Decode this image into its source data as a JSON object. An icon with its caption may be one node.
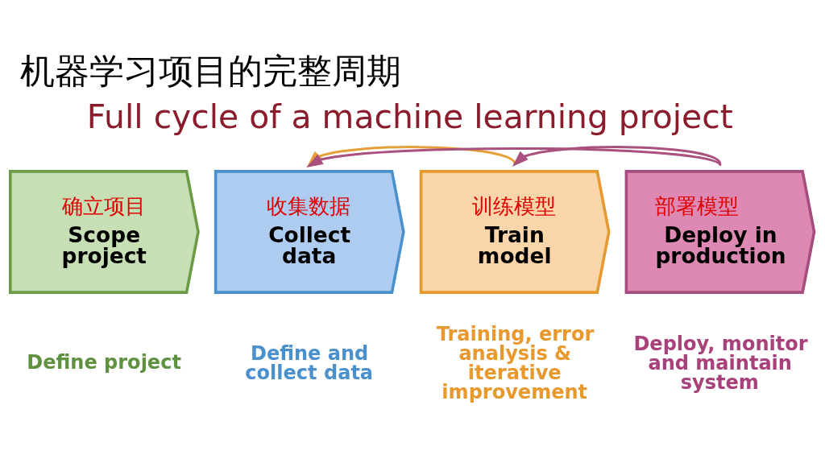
{
  "diagram": {
    "title": "机器学习项目的完整周期",
    "nodes": [
      {
        "text": [
          "确立项目",
          "Scope project"
        ],
        "beside": [
          "Define project"
        ]
      },
      {
        "text": [
          "收集数据",
          "Collect data"
        ],
        "beside": [
          "Define and collect data"
        ]
      },
      {
        "text": [
          "训练模型",
          "Train model"
        ],
        "beside": [
          "Training, error analysis & iterative improvement"
        ]
      },
      {
        "text": [
          "部署模型",
          "Deploy in production"
        ],
        "beside": [
          "Deploy, monitor and maintain system"
        ]
      }
    ],
    "edges": [
      {
        "from": 3,
        "to": 1,
        "arrow": "to",
        "color": "#a9507f"
      },
      {
        "from": 2,
        "to": 1,
        "arrow": "to",
        "color": "#e5a03a"
      },
      {
        "from": 3,
        "to": 2,
        "arrow": "to",
        "color": "#a9507f"
      }
    ],
    "labels": [
      "Full cycle of a machine learning project"
    ]
  }
}
